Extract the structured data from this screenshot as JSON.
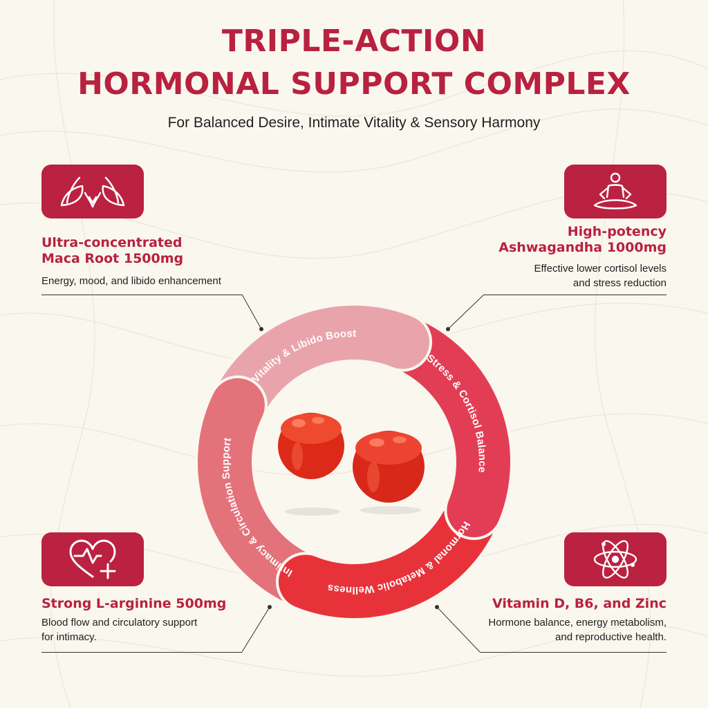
{
  "header": {
    "title_line1": "TRIPLE-ACTION",
    "title_line2": "HORMONAL SUPPORT COMPLEX",
    "subtitle": "For Balanced Desire, Intimate Vitality & Sensory Harmony"
  },
  "features": {
    "top_left": {
      "icon": "lotus-icon",
      "heading_line1": "Ultra-concentrated",
      "heading_line2": "Maca Root 1500mg",
      "desc": "Energy, mood, and libido enhancement"
    },
    "top_right": {
      "icon": "meditation-icon",
      "heading_line1": "High-potency",
      "heading_line2": "Ashwagandha 1000mg",
      "desc_line1": "Effective lower cortisol levels",
      "desc_line2": "and stress reduction"
    },
    "bottom_left": {
      "icon": "heart-plus-icon",
      "heading": "Strong L-arginine 500mg",
      "desc_line1": "Blood flow and circulatory support",
      "desc_line2": "for intimacy."
    },
    "bottom_right": {
      "icon": "atom-icon",
      "heading": "Vitamin D, B6, and Zinc",
      "desc_line1": "Hormone balance, energy metabolism,",
      "desc_line2": "and reproductive health."
    }
  },
  "wheel": {
    "segments": [
      {
        "label": "Vitality & Libido Boost",
        "color": "#e9a4ab"
      },
      {
        "label": "Stress & Cortisol Balance",
        "color": "#e33d55"
      },
      {
        "label": "Hormonal & Metabolic Wellness",
        "color": "#e8323a"
      },
      {
        "label": "Intimacy & Circulation Support",
        "color": "#e4727a"
      }
    ]
  },
  "colors": {
    "brand": "#b8213f",
    "background": "#faf7ef",
    "gummy": "#e0301d"
  }
}
